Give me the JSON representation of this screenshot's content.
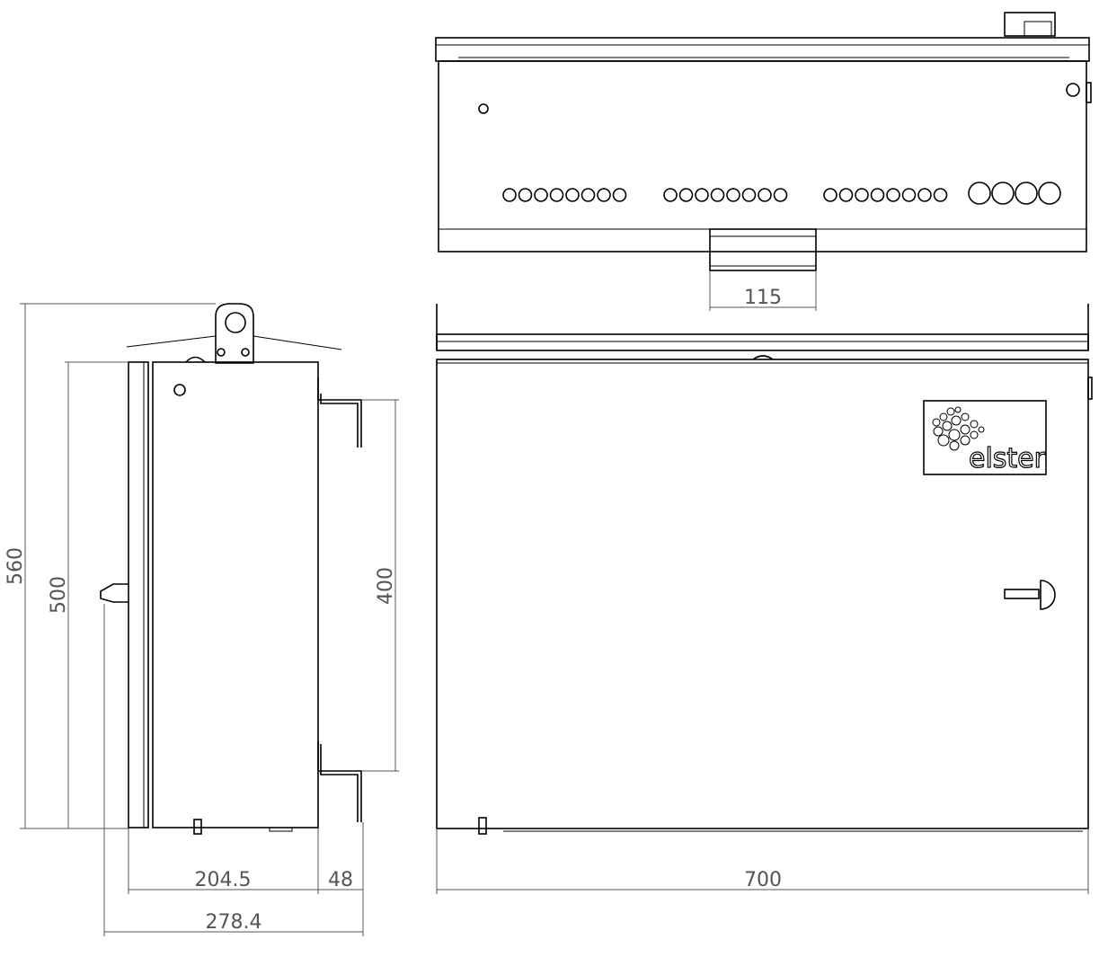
{
  "dimensions": {
    "top_bracket_width": "115",
    "total_height": "560",
    "enclosure_height": "500",
    "bracket_spacing": "400",
    "enclosure_depth": "204.5",
    "bracket_depth": "48",
    "overall_depth": "278.4",
    "enclosure_width": "700"
  },
  "logo": {
    "text": "elster"
  },
  "colors": {
    "line": "#000000",
    "dimension": "#555555",
    "background": "#ffffff"
  }
}
